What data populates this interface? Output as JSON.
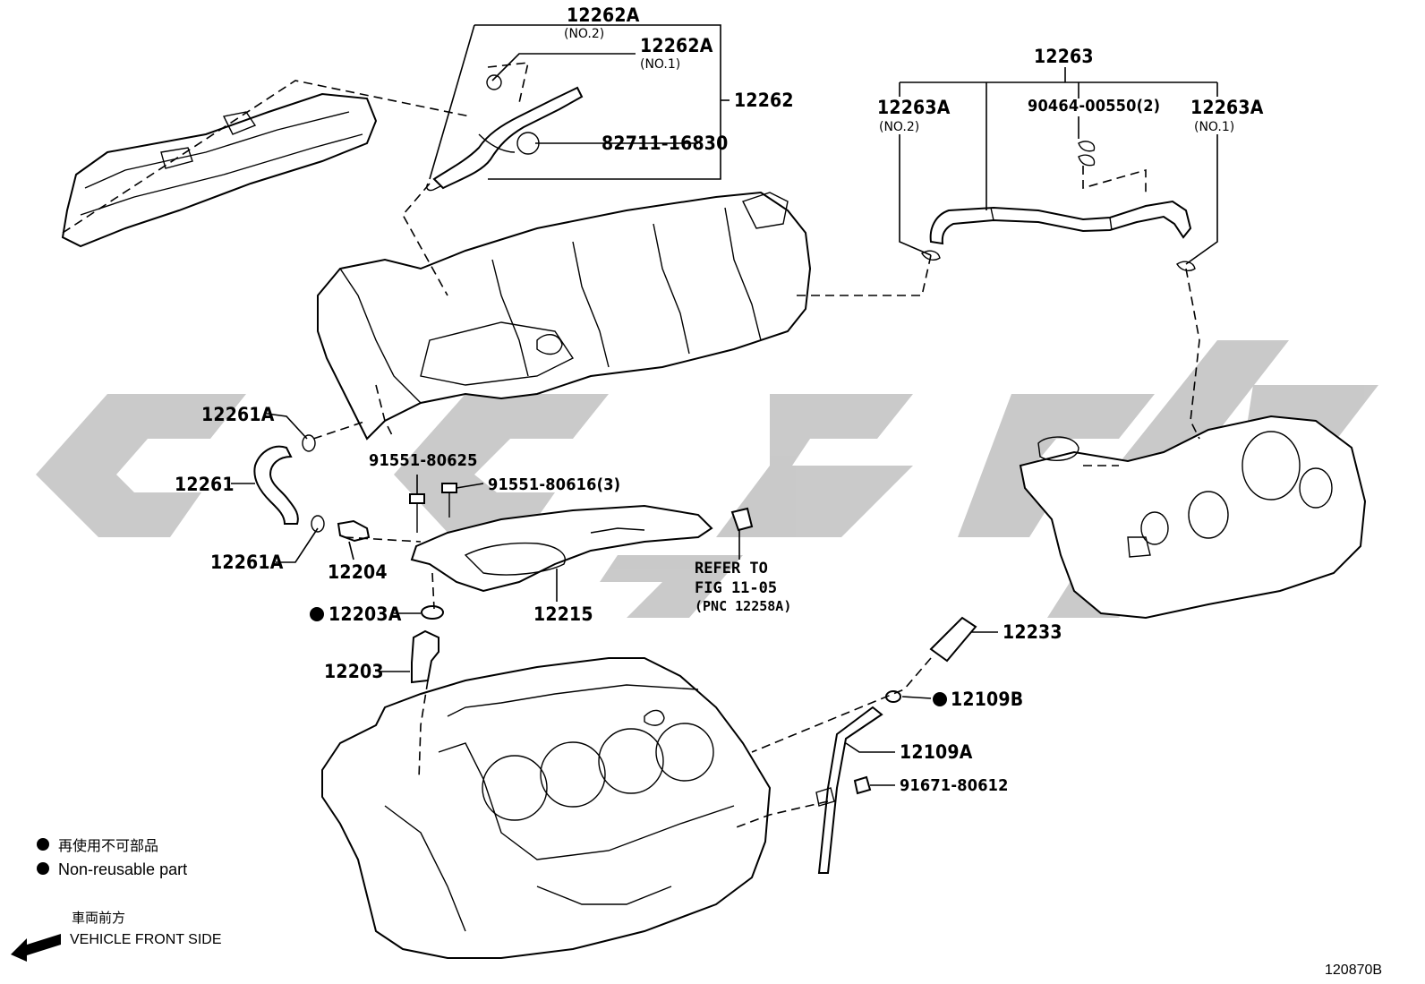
{
  "diagram": {
    "figure_code": "120870B",
    "callouts": {
      "c12262A_no2": {
        "part": "12262A",
        "sub": "(NO.2)"
      },
      "c12262A_no1": {
        "part": "12262A",
        "sub": "(NO.1)"
      },
      "c12262": {
        "part": "12262"
      },
      "c82711": {
        "part": "82711-16830"
      },
      "c12263": {
        "part": "12263"
      },
      "c12263A_no2": {
        "part": "12263A",
        "sub": "(NO.2)"
      },
      "c90464": {
        "part": "90464-00550(2)"
      },
      "c12263A_no1": {
        "part": "12263A",
        "sub": "(NO.1)"
      },
      "c12261A_top": {
        "part": "12261A"
      },
      "c12261": {
        "part": "12261"
      },
      "c12261A_bot": {
        "part": "12261A"
      },
      "c91551_625": {
        "part": "91551-80625"
      },
      "c91551_616": {
        "part": "91551-80616(3)"
      },
      "c12204": {
        "part": "12204"
      },
      "c12203A": {
        "part": "12203A"
      },
      "c12215": {
        "part": "12215"
      },
      "c12203": {
        "part": "12203"
      },
      "c12233": {
        "part": "12233"
      },
      "c12109B": {
        "part": "12109B"
      },
      "c12109A": {
        "part": "12109A"
      },
      "c91671": {
        "part": "91671-80612"
      }
    },
    "refer": {
      "line1": "REFER TO",
      "line2": "FIG 11-05",
      "line3": "(PNC 12258A)"
    },
    "legend": {
      "jp": "再使用不可部品",
      "en": "Non-reusable part"
    },
    "front": {
      "jp": "車両前方",
      "en": "VEHICLE FRONT SIDE"
    }
  }
}
